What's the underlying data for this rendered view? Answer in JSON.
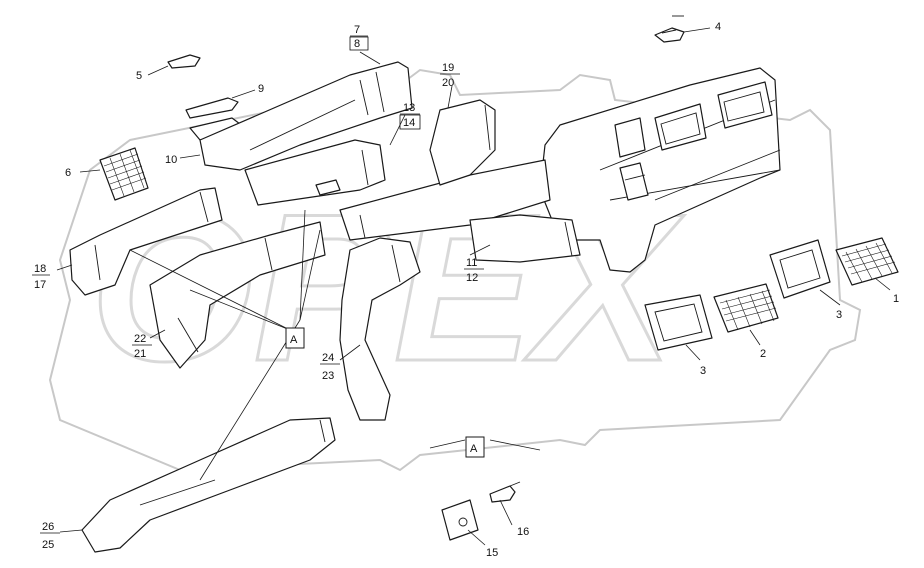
{
  "watermark": "OPEX",
  "view_marker": "A",
  "callouts": {
    "c1": "1",
    "c2": "2",
    "c3a": "3",
    "c3b": "3",
    "c4": "4",
    "c5": "5",
    "c6": "6",
    "c7": "7",
    "c8": "8",
    "c9": "9",
    "c10": "10",
    "c11": "11",
    "c12": "12",
    "c13": "13",
    "c14": "14",
    "c15": "15",
    "c16": "16",
    "c17": "17",
    "c18": "18",
    "c19": "19",
    "c20": "20",
    "c21": "21",
    "c22": "22",
    "c23": "23",
    "c24": "24",
    "c25": "25",
    "c26": "26"
  }
}
